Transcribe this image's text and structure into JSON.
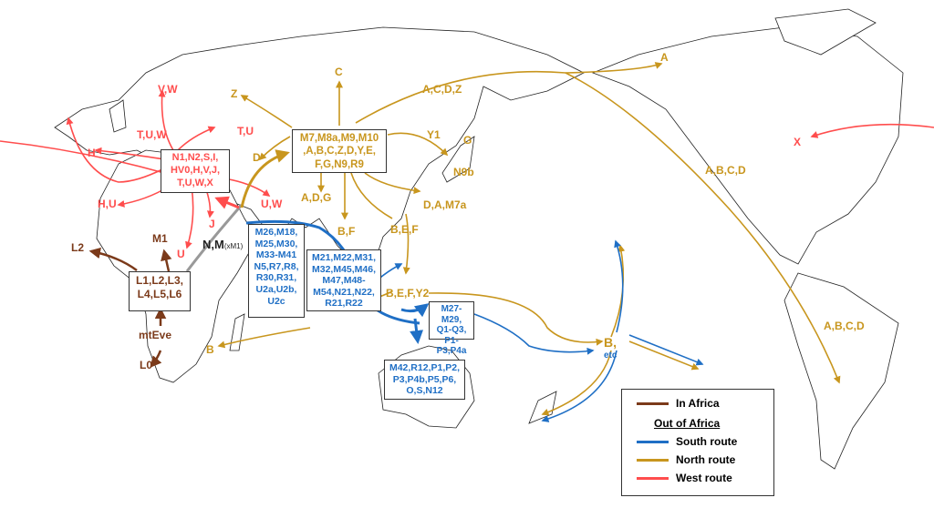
{
  "colors": {
    "in_africa": "#7b3a1a",
    "south": "#1f6fc5",
    "north": "#c8961e",
    "west": "#ff4d4d"
  },
  "legend": {
    "in_africa": "In Africa",
    "out_of_africa": "Out of Africa",
    "south": "South route",
    "north": "North route",
    "west": "West route"
  },
  "africa": {
    "box": "L1,L2,L3,\nL4,L5,L6",
    "mteve": "mtEve",
    "l0": "L0",
    "l2": "L2",
    "m1": "M1",
    "nm": "N,M",
    "nm_sub": "(xM1)"
  },
  "west": {
    "box": "N1,N2,S,I,\nHV0,H,V,J,\nT,U,W,X",
    "vw": "V,W",
    "tuw": "T,U,W",
    "tu": "T,U",
    "h": "H",
    "hu": "H,U",
    "j": "J",
    "u": "U",
    "uw": "U,W",
    "x": "X"
  },
  "north": {
    "box": "M7,M8a,M9,M10\n,A,B,C,Z,D,Y,E,\nF,G,N9,R9",
    "z": "Z",
    "c": "C",
    "d": "D",
    "adg": "A,D,G",
    "bf": "B,F",
    "bef": "B,E,F",
    "befy2": "B,E,F,Y2",
    "y1": "Y1",
    "g": "G",
    "n9b": "N9b",
    "dam7a": "D,A,M7a",
    "acdz": "A,C,D,Z",
    "a": "A",
    "abcd1": "A,B,C,D",
    "abcd2": "A,B,C,D",
    "b_africa": "B",
    "b_pacific": "B,",
    "etc": "etc"
  },
  "south": {
    "box1": "M26,M18,\nM25,M30,\nM33-M41\nN5,R7,R8,\nR30,R31,\nU2a,U2b,\nU2c",
    "box2": "M21,M22,M31,\nM32,M45,M46,\nM47,M48-\nM54,N21,N22,\nR21,R22",
    "box3": "M27-M29,\nQ1-Q3,\nP1-P3,P4a",
    "box4": "M42,R12,P1,P2,\nP3,P4b,P5,P6,\nO,S,N12"
  }
}
